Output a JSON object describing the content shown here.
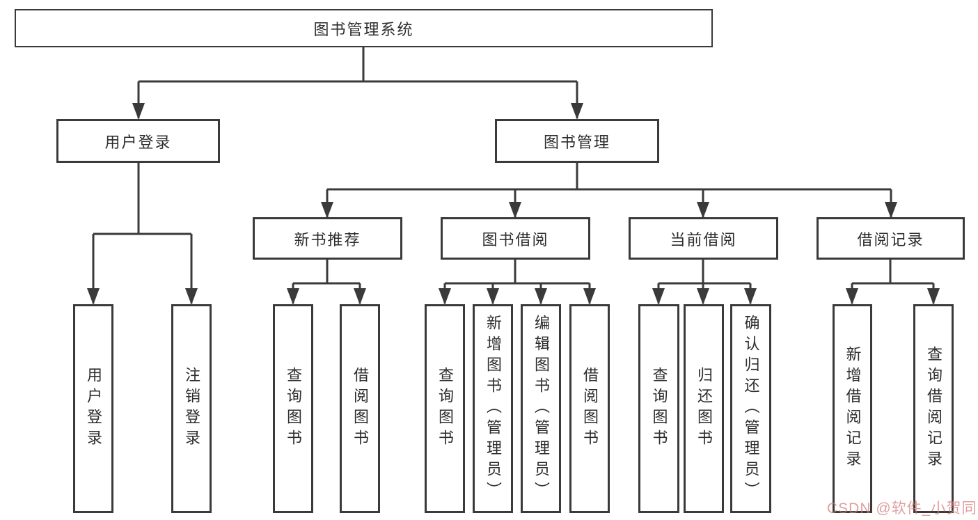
{
  "diagram": {
    "title": "图书管理系统",
    "root": {
      "label": "图书管理系统",
      "children": [
        {
          "label": "用户登录",
          "children": [
            {
              "label": "用户登录"
            },
            {
              "label": "注销登录"
            }
          ]
        },
        {
          "label": "图书管理",
          "children": [
            {
              "label": "新书推荐",
              "children": [
                {
                  "label": "查询图书"
                },
                {
                  "label": "借阅图书"
                }
              ]
            },
            {
              "label": "图书借阅",
              "children": [
                {
                  "label": "查询图书"
                },
                {
                  "label": "新增图书（管理员）"
                },
                {
                  "label": "编辑图书（管理员）"
                },
                {
                  "label": "借阅图书"
                }
              ]
            },
            {
              "label": "当前借阅",
              "children": [
                {
                  "label": "查询图书"
                },
                {
                  "label": "归还图书"
                },
                {
                  "label": "确认归还（管理员）"
                }
              ]
            },
            {
              "label": "借阅记录",
              "children": [
                {
                  "label": "新增借阅记录"
                },
                {
                  "label": "查询借阅记录"
                }
              ]
            }
          ]
        }
      ]
    }
  },
  "watermark": {
    "text": "CSDN @软件_小贺同学"
  },
  "colors": {
    "line": "#3a3a3a",
    "box_border": "#3a3a3a",
    "background": "#ffffff",
    "watermark": "#d67878"
  }
}
